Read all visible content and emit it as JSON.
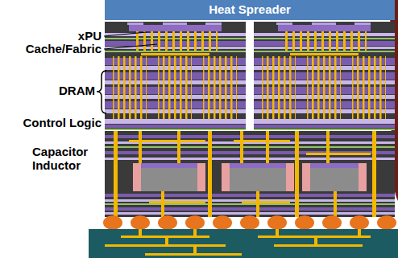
{
  "diagram": {
    "nodes": [
      {
        "text": [
          "Heat Spreader"
        ]
      }
    ],
    "labels": [
      "xPU",
      "Cache/Fabric",
      "DRAM",
      "Control Logic",
      "Capacitor Inductor"
    ]
  }
}
